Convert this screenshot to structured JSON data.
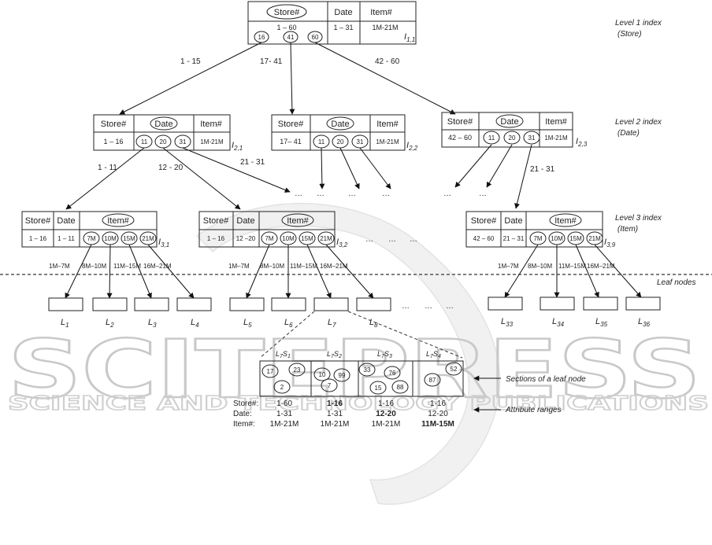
{
  "level_labels": {
    "l1_a": "Level 1 index",
    "l1_b": "(Store)",
    "l2_a": "Level 2 index",
    "l2_b": "(Date)",
    "l3_a": "Level 3 index",
    "l3_b": "(Item)",
    "leaf": "Leaf nodes"
  },
  "watermark": {
    "big": "SCITEPRESS",
    "small": "SCIENCE AND TECHNOLOGY PUBLICATIONS"
  },
  "node1": {
    "h_store": "Store#",
    "h_date": "Date",
    "h_item": "Item#",
    "v_store": "1 – 60",
    "v_date": "1 – 31",
    "v_item": "1M-21M",
    "k1": "16",
    "k2": "41",
    "k3": "60",
    "idx": "I",
    "idx_sub": "1,1"
  },
  "edges1": {
    "a": "1 - 15",
    "b": "17- 41",
    "c": "42 - 60"
  },
  "node2a": {
    "h_store": "Store#",
    "h_date": "Date",
    "h_item": "Item#",
    "v_store": "1 – 16",
    "v_item": "1M-21M",
    "k1": "11",
    "k2": "20",
    "k3": "31",
    "idx": "I",
    "idx_sub": "2,1"
  },
  "node2b": {
    "h_store": "Store#",
    "h_date": "Date",
    "h_item": "Item#",
    "v_store": "17– 41",
    "v_item": "1M-21M",
    "k1": "11",
    "k2": "20",
    "k3": "31",
    "idx": "I",
    "idx_sub": "2,2"
  },
  "node2c": {
    "h_store": "Store#",
    "h_date": "Date",
    "h_item": "Item#",
    "v_store": "42 – 60",
    "v_item": "1M-21M",
    "k1": "11",
    "k2": "20",
    "k3": "31",
    "idx": "I",
    "idx_sub": "2,3"
  },
  "edges2": {
    "a": "1 - 11",
    "b": "12 - 20",
    "c": "21 - 31",
    "d": "21 - 31"
  },
  "node3a": {
    "h_store": "Store#",
    "h_date": "Date",
    "h_item": "Item#",
    "v_store": "1 – 16",
    "v_date": "1 – 11",
    "k1": "7M",
    "k2": "10M",
    "k3": "15M",
    "k4": "21M",
    "idx": "I",
    "idx_sub": "3,1"
  },
  "node3b": {
    "h_store": "Store#",
    "h_date": "Date",
    "h_item": "Item#",
    "v_store": "1 – 16",
    "v_date": "12 –20",
    "k1": "7M",
    "k2": "10M",
    "k3": "15M",
    "k4": "21M",
    "idx": "I",
    "idx_sub": "3,2"
  },
  "node3c": {
    "h_store": "Store#",
    "h_date": "Date",
    "h_item": "Item#",
    "v_store": "42 – 60",
    "v_date": "21 – 31",
    "k1": "7M",
    "k2": "10M",
    "k3": "15M",
    "k4": "21M",
    "idx": "I",
    "idx_sub": "3,9"
  },
  "edges3a": {
    "a": "1M–7M",
    "b": "8M–10M",
    "c": "11M–15M",
    "d": "16M–21M"
  },
  "edges3b": {
    "a": "1M–7M",
    "b": "8M–10M",
    "c": "11M–15M",
    "d": "16M–21M"
  },
  "edges3c": {
    "a": "1M–7M",
    "b": "8M–10M",
    "c": "11M–15M",
    "d": "16M–21M"
  },
  "ellipsis": "…",
  "leaves": {
    "l1": "L",
    "s1": "1",
    "l2": "L",
    "s2": "2",
    "l3": "L",
    "s3": "3",
    "l4": "L",
    "s4": "4",
    "l5": "L",
    "s5": "5",
    "l6": "L",
    "s6": "6",
    "l7": "L",
    "s7": "7",
    "l8": "L",
    "s8": "8",
    "l33": "L",
    "s33": "33",
    "l34": "L",
    "s34": "34",
    "l35": "L",
    "s35": "35",
    "l36": "L",
    "s36": "36"
  },
  "sections": {
    "t1": "L",
    "t1s": "7",
    "t1b": "S",
    "t1bs": "1",
    "t2": "L",
    "t2s": "7",
    "t2b": "S",
    "t2bs": "2",
    "t3": "L",
    "t3s": "7",
    "t3b": "S",
    "t3bs": "3",
    "t4": "L",
    "t4s": "7",
    "t4b": "S",
    "t4bs": "4",
    "c1": "17",
    "c2": "23",
    "c3": "2",
    "c4": "10",
    "c5": "99",
    "c6": "7",
    "c7": "33",
    "c8": "76",
    "c9": "15",
    "c10": "88",
    "c11": "52",
    "c12": "87",
    "note_sections": "Sections of a leaf  node",
    "note_ranges": "Attribute ranges"
  },
  "ranges": {
    "lab_store": "Store#:",
    "lab_date": "Date:",
    "lab_item": "Item#:",
    "s1_store": "1-60",
    "s1_date": "1-31",
    "s1_item": "1M-21M",
    "s2_store": "1-16",
    "s2_date": "1-31",
    "s2_item": "1M-21M",
    "s3_store": "1-16",
    "s3_date": "12-20",
    "s3_item": "1M-21M",
    "s4_store": "1-16",
    "s4_date": "12-20",
    "s4_item": "11M-15M"
  }
}
